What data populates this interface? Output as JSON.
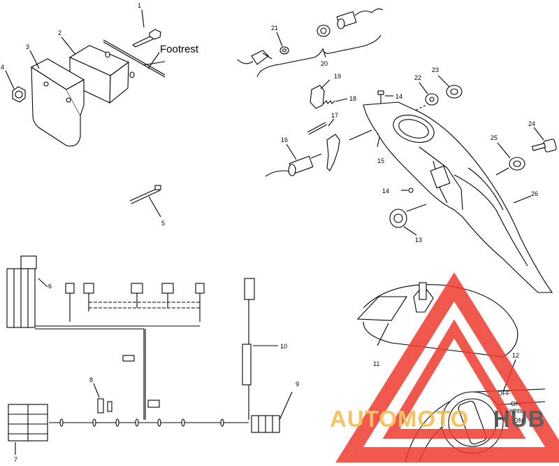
{
  "callouts": {
    "c1": "1",
    "c2": "2",
    "c3": "3",
    "c4": "4",
    "c5": "5",
    "c6": "6",
    "c7": "7",
    "c8": "8",
    "c9": "9",
    "c10": "10",
    "c11": "11",
    "c12": "12",
    "c13": "13",
    "c14a": "14",
    "c14b": "14",
    "c15": "15",
    "c16": "16",
    "c17": "17",
    "c18": "18",
    "c19": "19",
    "c20": "20",
    "c21": "21",
    "c22": "22",
    "c23": "23",
    "c24": "24",
    "c25": "25",
    "c26": "26"
  },
  "labels": {
    "footrest": "Footrest",
    "switch_off": "OFF",
    "switch_on": "ON/",
    "switch_lights": "Lights",
    "switch_on2": "ON/"
  },
  "watermark": {
    "text_auto": "AUTOMOTO",
    "text_hub": "HUB",
    "triangle_color": "#ee3b2f",
    "auto_color": "#f5b942",
    "hub_color": "#444444"
  }
}
